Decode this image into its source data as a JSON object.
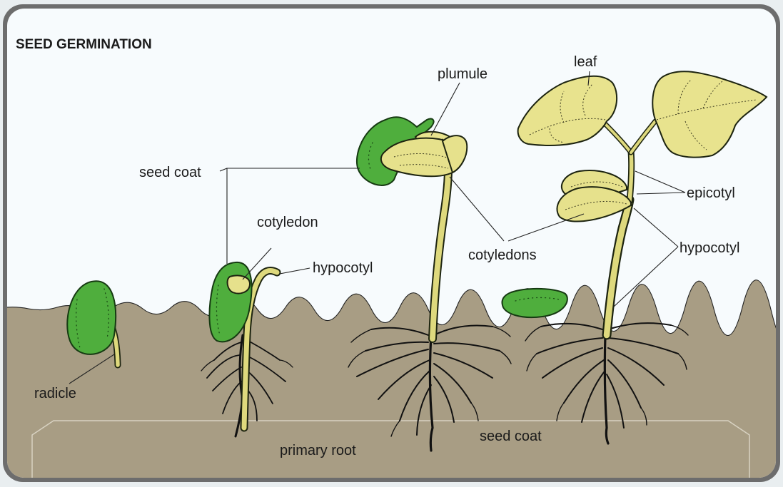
{
  "title": "SEED GERMINATION",
  "labels": {
    "radicle": "radicle",
    "seed_coat_1": "seed coat",
    "cotyledon": "cotyledon",
    "hypocotyl_1": "hypocotyl",
    "plumule": "plumule",
    "cotyledons": "cotyledons",
    "leaf": "leaf",
    "epicotyl": "epicotyl",
    "hypocotyl_2": "hypocotyl",
    "primary_root": "primary root",
    "seed_coat_2": "seed coat"
  },
  "colors": {
    "sky": "#f7fbfd",
    "soil": "#a89d84",
    "seed": "#4fae3d",
    "plant": "#e6e18c",
    "frame": "#555555"
  }
}
